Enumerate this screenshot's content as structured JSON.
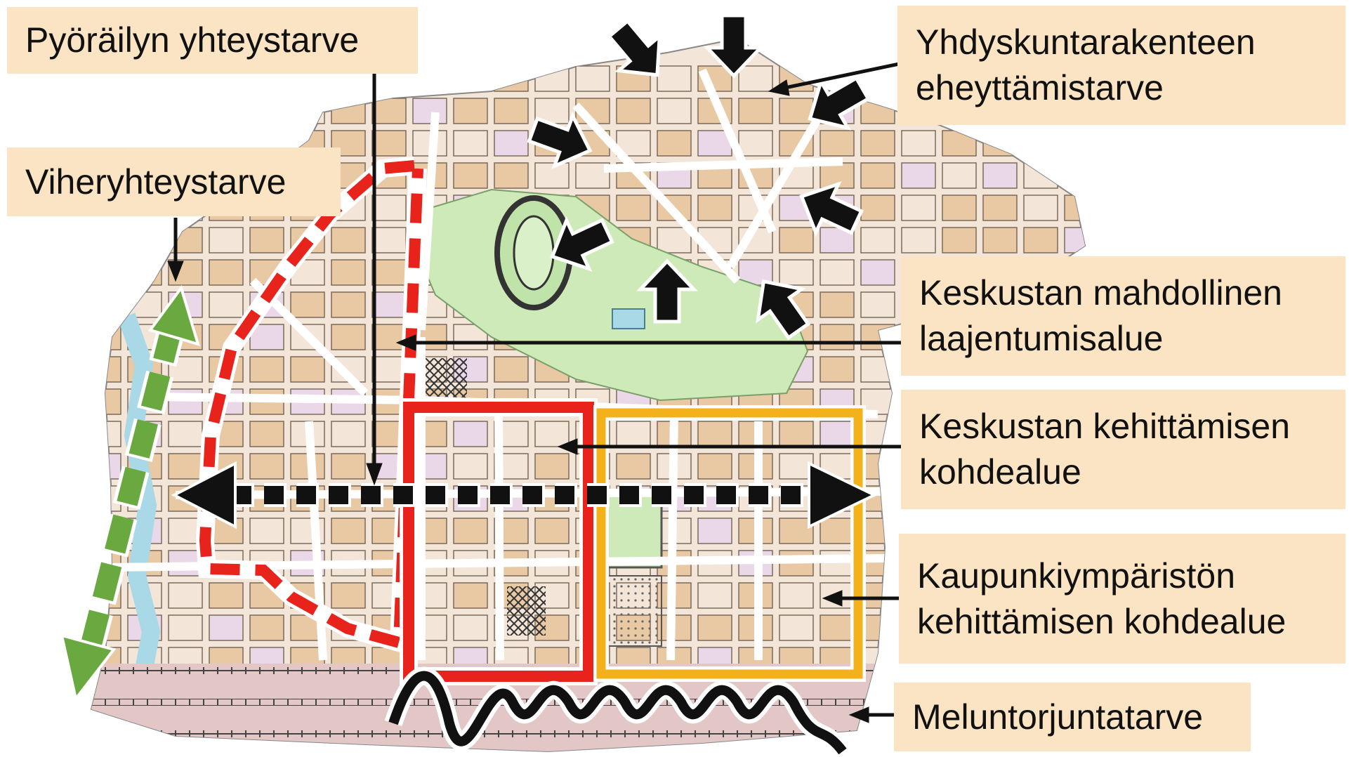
{
  "labels": {
    "cycling": {
      "lines": [
        "Pyöräilyn yhteystarve"
      ]
    },
    "green": {
      "lines": [
        "Viheryhteystarve"
      ]
    },
    "integration": {
      "lines": [
        "Yhdyskuntarakenteen",
        "eheyttämistarve"
      ]
    },
    "expansion": {
      "lines": [
        "Keskustan mahdollinen",
        "laajentumisalue"
      ]
    },
    "centre_dev": {
      "lines": [
        "Keskustan kehittämisen",
        "kohdealue"
      ]
    },
    "urban_env": {
      "lines": [
        "Kaupunkiympäristön",
        "kehittämisen kohdealue"
      ]
    },
    "noise": {
      "lines": [
        "Meluntorjuntatarve"
      ]
    }
  },
  "colors": {
    "label_bg": "#fbe4c3",
    "expansion_outline": "#e8231c",
    "centre_outline": "#e8231c",
    "urban_outline": "#f3b21c",
    "green_link": "#6aa940",
    "park": "#cdeab8",
    "block": "#e9c9a4",
    "block_light": "#f3e6d8",
    "water": "#a9d8e6",
    "noise_wave": "#111111"
  },
  "icons": [
    "pressure-arrow-icon",
    "pointer-arrow-icon",
    "dashed-double-arrow-icon",
    "wave-line-icon"
  ]
}
